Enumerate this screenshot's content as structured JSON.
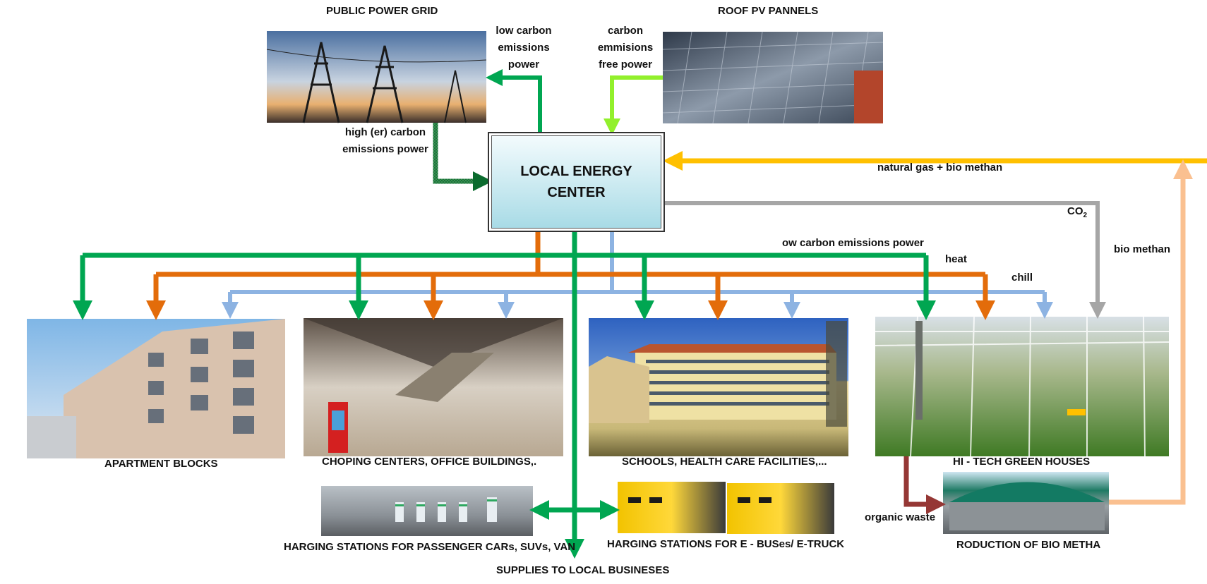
{
  "titles": {
    "grid": "PUBLIC POWER GRID",
    "pv": "ROOF PV PANNELS",
    "center_line1": "LOCAL ENERGY",
    "center_line2": "CENTER"
  },
  "flows": {
    "low_carbon_1": "low carbon",
    "low_carbon_2": "emissions",
    "low_carbon_3": "power",
    "free_1": "carbon",
    "free_2": "emmisions",
    "free_3": "free power",
    "high_1": "high (er) carbon",
    "high_2": "emissions power",
    "gas": "natural gas + bio methan",
    "co2": "CO",
    "co2_sub": "2",
    "low_carbon_line": "ow carbon emissions power",
    "heat": "heat",
    "chill": "chill",
    "bio_methan": "bio methan",
    "organic_waste": "organic waste"
  },
  "consumers": {
    "apartments": "APARTMENT BLOCKS",
    "shopping": "CHOPING CENTERS, OFFICE BUILDINGS,.",
    "schools": "SCHOOLS, HEALTH CARE FACILITIES,...",
    "greenhouses": "HI - TECH GREEN HOUSES",
    "bio_plant": "RODUCTION OF BIO METHA",
    "charging_cars": "HARGING STATIONS FOR PASSENGER CARs, SUVs, VAN",
    "charging_buses": "HARGING STATIONS FOR E - BUSes/ E-TRUCK",
    "businesses": "SUPPLIES TO LOCAL BUSINESES"
  },
  "colors": {
    "electricity": "#00a651",
    "heat": "#e36c0a",
    "chill": "#8db3e2",
    "gas": "#ffc000",
    "co2": "#a6a6a6",
    "bio_methan": "#fac090",
    "organic_waste": "#953735",
    "pv_power": "#92f02c",
    "grid_power": "#0b6b2e"
  }
}
